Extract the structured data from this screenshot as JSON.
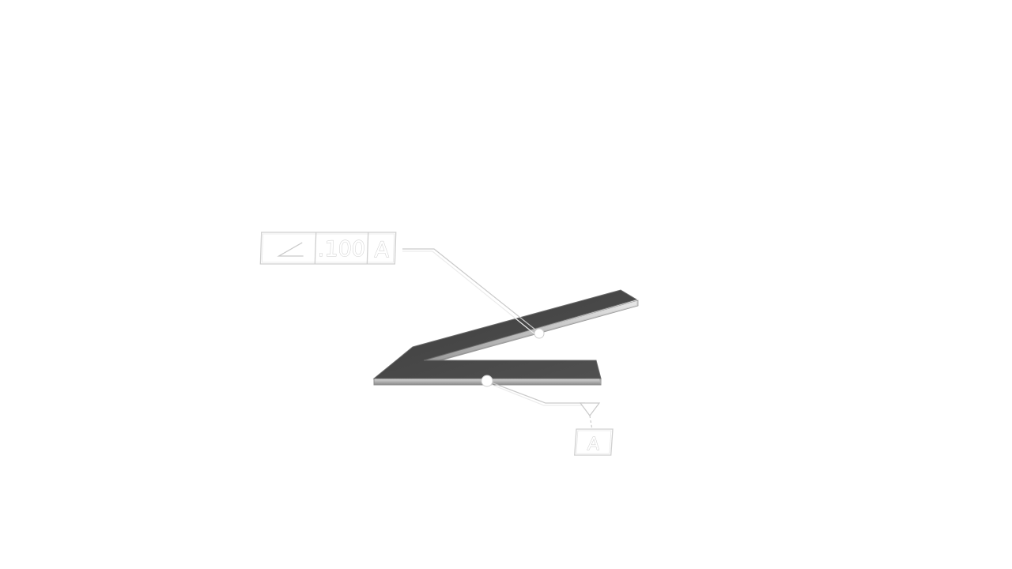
{
  "feature_control_frame": {
    "symbol_icon": "angularity-icon",
    "tolerance": ".100",
    "datum_reference": "A"
  },
  "datum_feature": {
    "symbol_icon": "datum-triangle-icon",
    "label": "A"
  },
  "colors": {
    "background": "#ffffff",
    "part_face": "#474747",
    "part_edge": "#9a9a9a",
    "annotation_stroke": "#c9c9c9"
  }
}
